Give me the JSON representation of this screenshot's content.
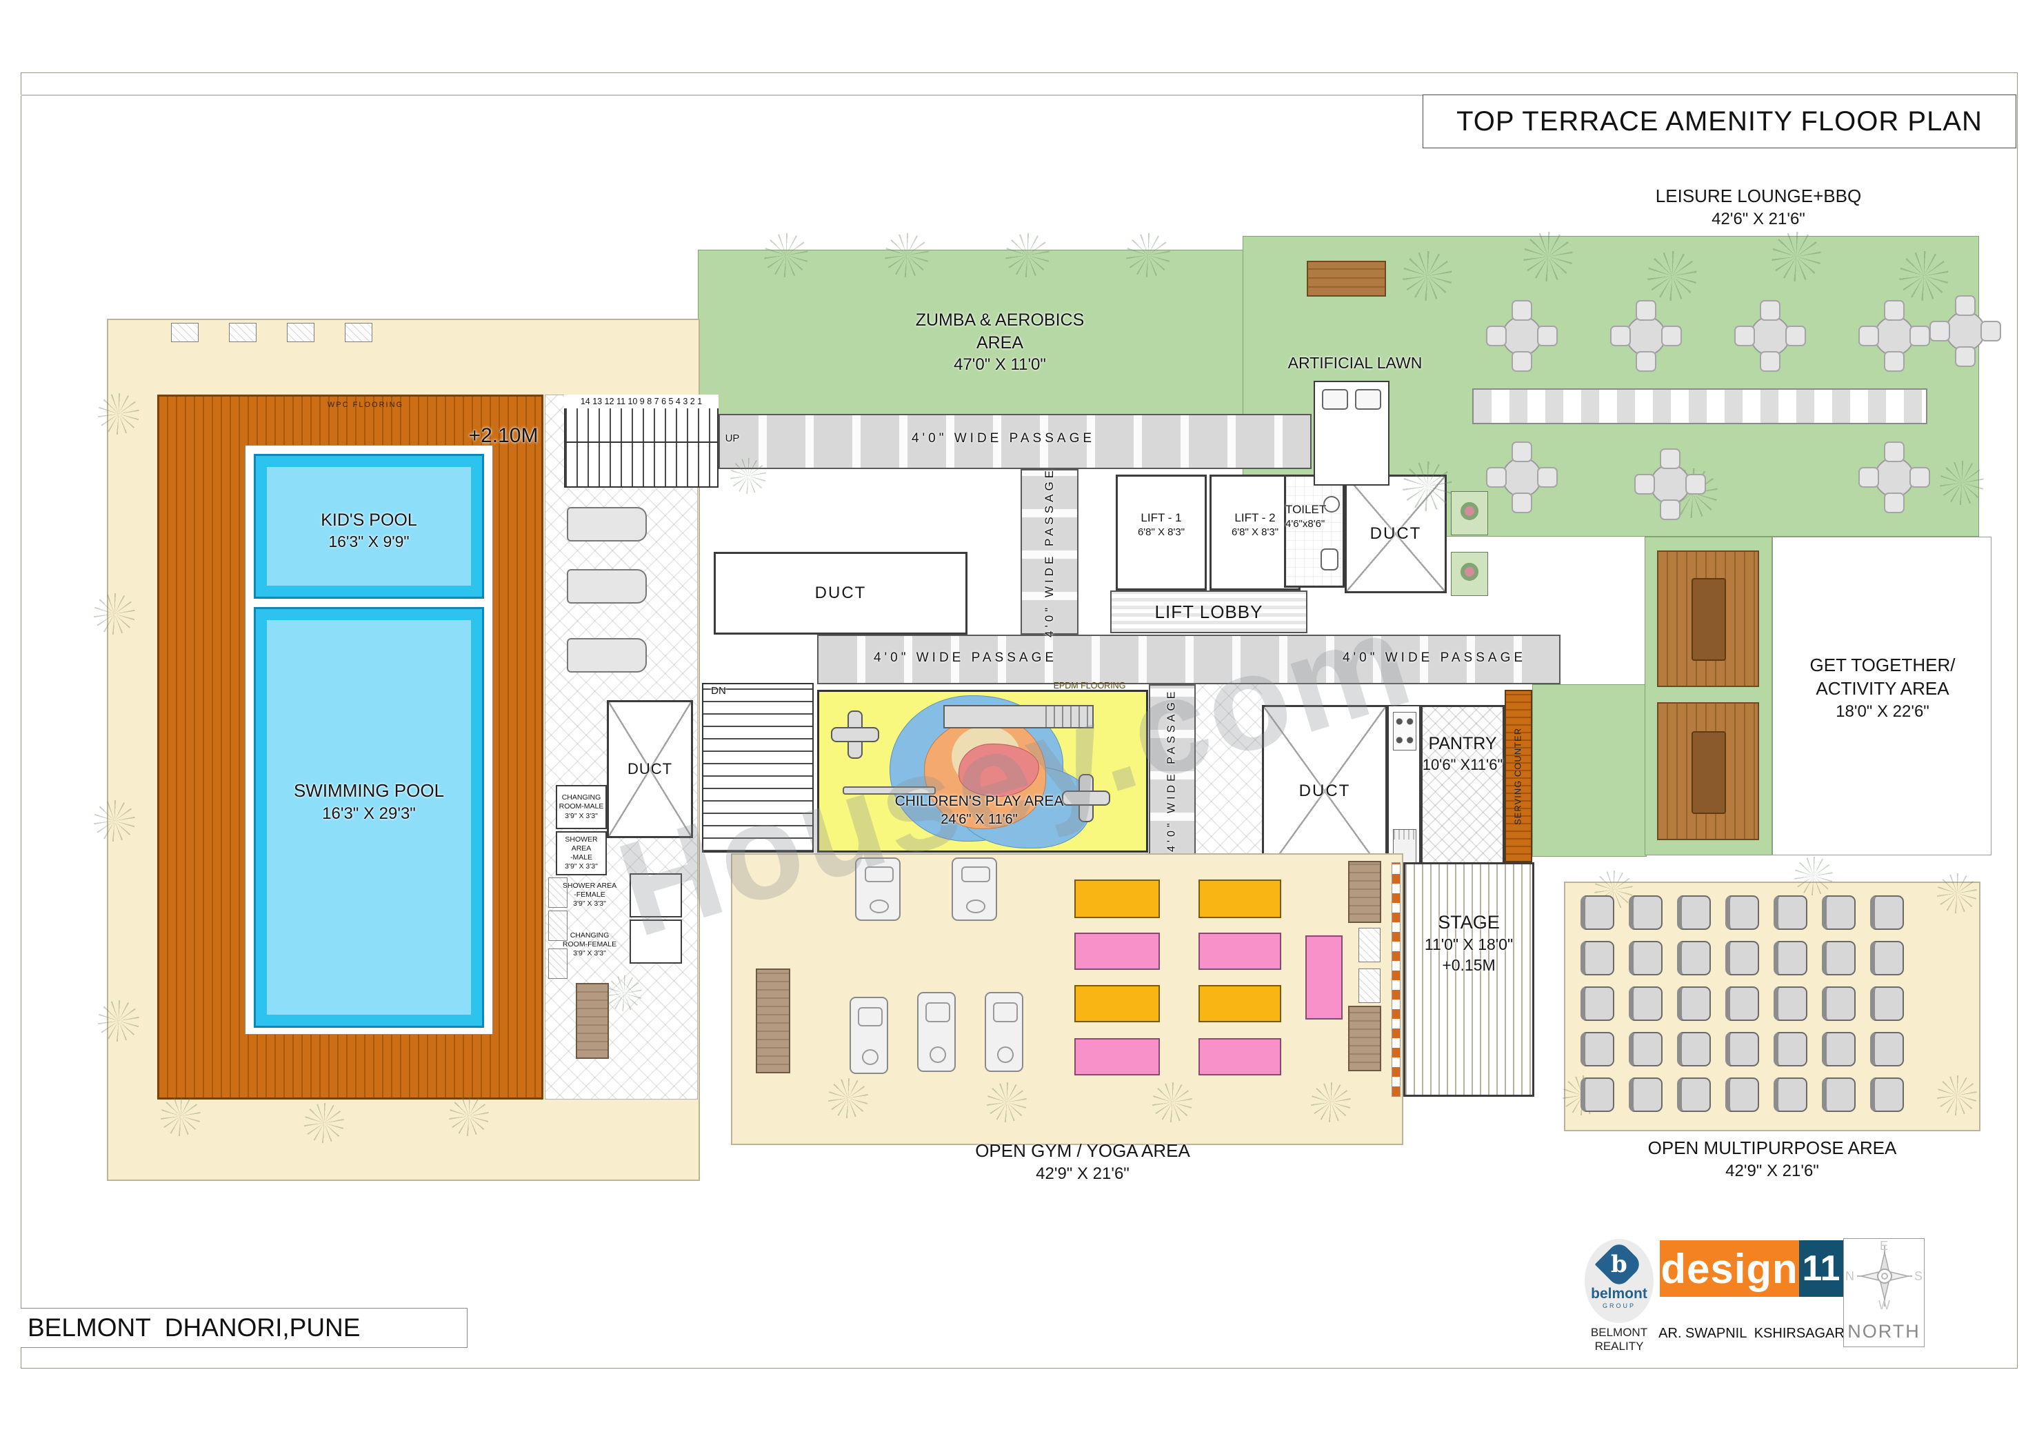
{
  "sheet": {
    "title": "TOP TERRACE AMENITY FLOOR PLAN",
    "project": "BELMONT  DHANORI,PUNE",
    "watermark": "Housey.com"
  },
  "footer": {
    "developer_caption": "BELMONT REALITY",
    "architect_caption": "AR. SWAPNIL  KSHIRSAGAR",
    "north_label": "NORTH",
    "compass": {
      "top": "E",
      "right": "S",
      "bottom": "W",
      "left": "N"
    },
    "belmont_logo": {
      "b": "b",
      "brand": "belmont",
      "sub": "GROUP"
    },
    "design_logo": {
      "word": "design",
      "num": "11"
    }
  },
  "areas": {
    "leisure": {
      "name": "LEISURE LOUNGE+BBQ",
      "dim": "42'6\" X 21'6\""
    },
    "zumba": {
      "l1": "ZUMBA & AEROBICS",
      "l2": "AREA",
      "dim": "47'0\" X 11'0\""
    },
    "lawn": {
      "name": "ARTIFICIAL LAWN"
    },
    "kids_pool": {
      "name": "KID'S POOL",
      "dim": "16'3\" X 9'9\""
    },
    "swimming_pool": {
      "name": "SWIMMING POOL",
      "dim": "16'3\" X 29'3\""
    },
    "get_together": {
      "l1": "GET TOGETHER/",
      "l2": "ACTIVITY AREA",
      "dim": "18'0\" X 22'6\""
    },
    "children": {
      "name": "CHILDREN'S PLAY AREA",
      "dim": "24'6\" X 11'6\"",
      "floor": "EPDM FLOORING"
    },
    "gym": {
      "name": "OPEN GYM / YOGA AREA",
      "dim": "42'9\" X 21'6\""
    },
    "multipurpose": {
      "name": "OPEN MULTIPURPOSE AREA",
      "dim": "42'9\" X 21'6\""
    },
    "stage": {
      "name": "STAGE",
      "dim": "11'0\" X 18'0\"",
      "level": "+0.15M"
    },
    "pantry": {
      "name": "PANTRY",
      "dim": "10'6\" X11'6\""
    },
    "serving": {
      "name": "SERVING COUNTER"
    },
    "pool_deck": {
      "level": "+2.10M",
      "floor": "WPC FLOORING"
    }
  },
  "rooms": {
    "duct": "DUCT",
    "lift_lobby": "LIFT LOBBY",
    "passage": "4'0\" WIDE PASSAGE",
    "toilet": {
      "name": "TOILET",
      "dim": "4'6\"x8'6\""
    },
    "lift1": {
      "name": "LIFT - 1",
      "dim": "6'8\" X 8'3\""
    },
    "lift2": {
      "name": "LIFT - 2",
      "dim": "6'8\" X 8'3\""
    },
    "changing_male": {
      "l1": "CHANGING",
      "l2": "ROOM-MALE",
      "dim": "3'9\" X 3'3\""
    },
    "shower_male": {
      "l1": "SHOWER AREA",
      "l2": "-MALE",
      "dim": "3'9\" X 3'3\""
    },
    "shower_female": {
      "l1": "SHOWER AREA",
      "l2": "-FEMALE",
      "dim": "3'9\" X 3'3\""
    },
    "changing_female": {
      "l1": "CHANGING",
      "l2": "ROOM-FEMALE",
      "dim": "3'9\" X 3'3\""
    }
  },
  "stairs": {
    "numbers": "14 13 12 11 10 9 8 7 6 5 4 3 2 1",
    "up": "UP",
    "dn": "DN"
  },
  "colors": {
    "lawn_green": "#b6d8a4",
    "floor_cream": "#f8edcc",
    "pool_blue": "#2ec2ef",
    "pool_light": "#8ddef9",
    "deck_orange": "#cb6e16",
    "play_yellow": "#f8f87f",
    "mat_orange": "#f9b514",
    "mat_pink": "#f891c9",
    "design_orange": "#f58220",
    "design_blue": "#14506f",
    "belmont_blue": "#24618e"
  }
}
